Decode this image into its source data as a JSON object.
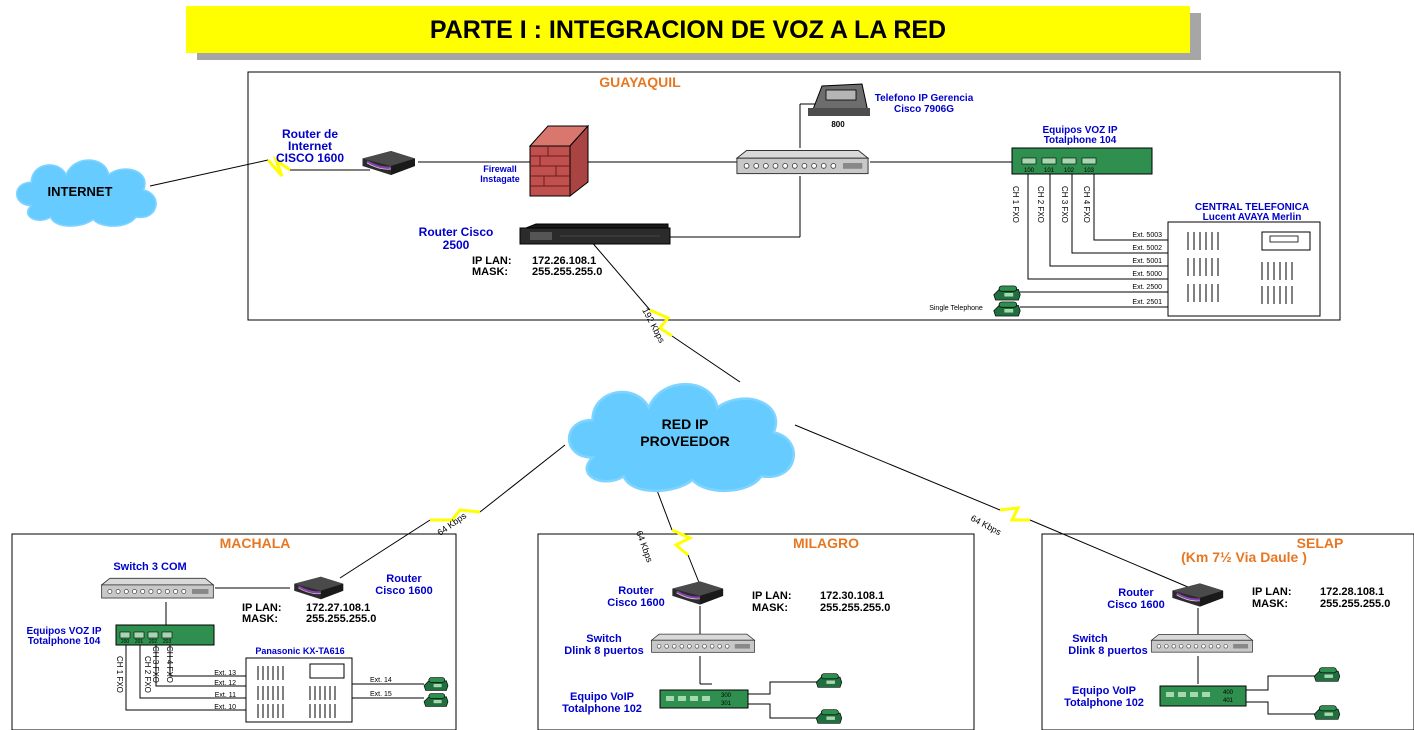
{
  "title": "PARTE I : INTEGRACION DE VOZ A LA RED",
  "colors": {
    "title_bg": "#ffff00",
    "site_label": "#e87722",
    "device_label": "#0000cc",
    "cloud": "#66ccff",
    "link": "#ffff00",
    "equipment_green": "#2f8f4f",
    "firewall": "#c0504d"
  },
  "guayaquil": {
    "site": "GUAYAQUIL",
    "internet": "INTERNET",
    "router_internet": [
      "Router de",
      "Internet",
      "CISCO 1600"
    ],
    "firewall": [
      "Firewall",
      "Instagate"
    ],
    "ip_phone": [
      "Telefono IP Gerencia",
      "Cisco 7906G"
    ],
    "ip_phone_ext": "800",
    "voip_equipment": [
      "Equipos  VOZ IP",
      "Totalphone 104"
    ],
    "voip_ports": [
      "100",
      "101",
      "102",
      "103"
    ],
    "fxo_ports": [
      "CH 1 FXO",
      "CH 2 FXO",
      "CH 3 FXO",
      "CH 4 FXO"
    ],
    "pbx": [
      "CENTRAL TELEFONICA",
      "Lucent AVAYA Merlin"
    ],
    "extensions": [
      "Ext. 5003",
      "Ext. 5002",
      "Ext. 5001",
      "Ext. 5000",
      "Ext. 2500",
      "Ext. 2501"
    ],
    "single_phone": "Single Telephone",
    "router_wan": [
      "Router  Cisco",
      "2500"
    ],
    "ip_lan_label": "IP LAN:",
    "ip_lan": "172.26.108.1",
    "mask_label": "MASK:",
    "mask": "255.255.255.0",
    "link_speed": "192 Kbps"
  },
  "provider": {
    "cloud": [
      "RED IP",
      "PROVEEDOR"
    ]
  },
  "machala": {
    "site": "MACHALA",
    "link_speed": "64 Kbps",
    "switch": "Switch 3 COM",
    "router": [
      "Router",
      "Cisco 1600"
    ],
    "ip_lan_label": "IP LAN:",
    "ip_lan": "172.27.108.1",
    "mask_label": "MASK:",
    "mask": "255.255.255.0",
    "voip_equipment": [
      "Equipos  VOZ IP",
      "Totalphone 104"
    ],
    "voip_ports": [
      "200",
      "201",
      "202",
      "203"
    ],
    "fxo_ports": [
      "CH 1 FXO",
      "CH 2 FXO",
      "CH 3 FXO",
      "CH 4 FXO"
    ],
    "pbx": "Panasonic KX-TA616",
    "extensions": [
      "Ext. 13",
      "Ext. 12",
      "Ext. 11",
      "Ext. 10",
      "Ext. 14",
      "Ext. 15"
    ]
  },
  "milagro": {
    "site": "MILAGRO",
    "link_speed": "64 Kbps",
    "router": [
      "Router",
      "Cisco 1600"
    ],
    "ip_lan_label": "IP LAN:",
    "ip_lan": "172.30.108.1",
    "mask_label": "MASK:",
    "mask": "255.255.255.0",
    "switch": [
      "Switch",
      "Dlink 8 puertos"
    ],
    "voip_equipment": [
      "Equipo VoIP",
      "Totalphone 102"
    ],
    "voip_ports": [
      "300",
      "301"
    ]
  },
  "selap": {
    "site": [
      "SELAP",
      "(Km 7½ Via Daule )"
    ],
    "link_speed": "64 Kbps",
    "router": [
      "Router",
      "Cisco 1600"
    ],
    "ip_lan_label": "IP LAN:",
    "ip_lan": "172.28.108.1",
    "mask_label": "MASK:",
    "mask": "255.255.255.0",
    "switch": [
      "Switch",
      "Dlink 8 puertos"
    ],
    "voip_equipment": [
      "Equipo VoIP",
      "Totalphone 102"
    ],
    "voip_ports": [
      "400",
      "401"
    ]
  }
}
